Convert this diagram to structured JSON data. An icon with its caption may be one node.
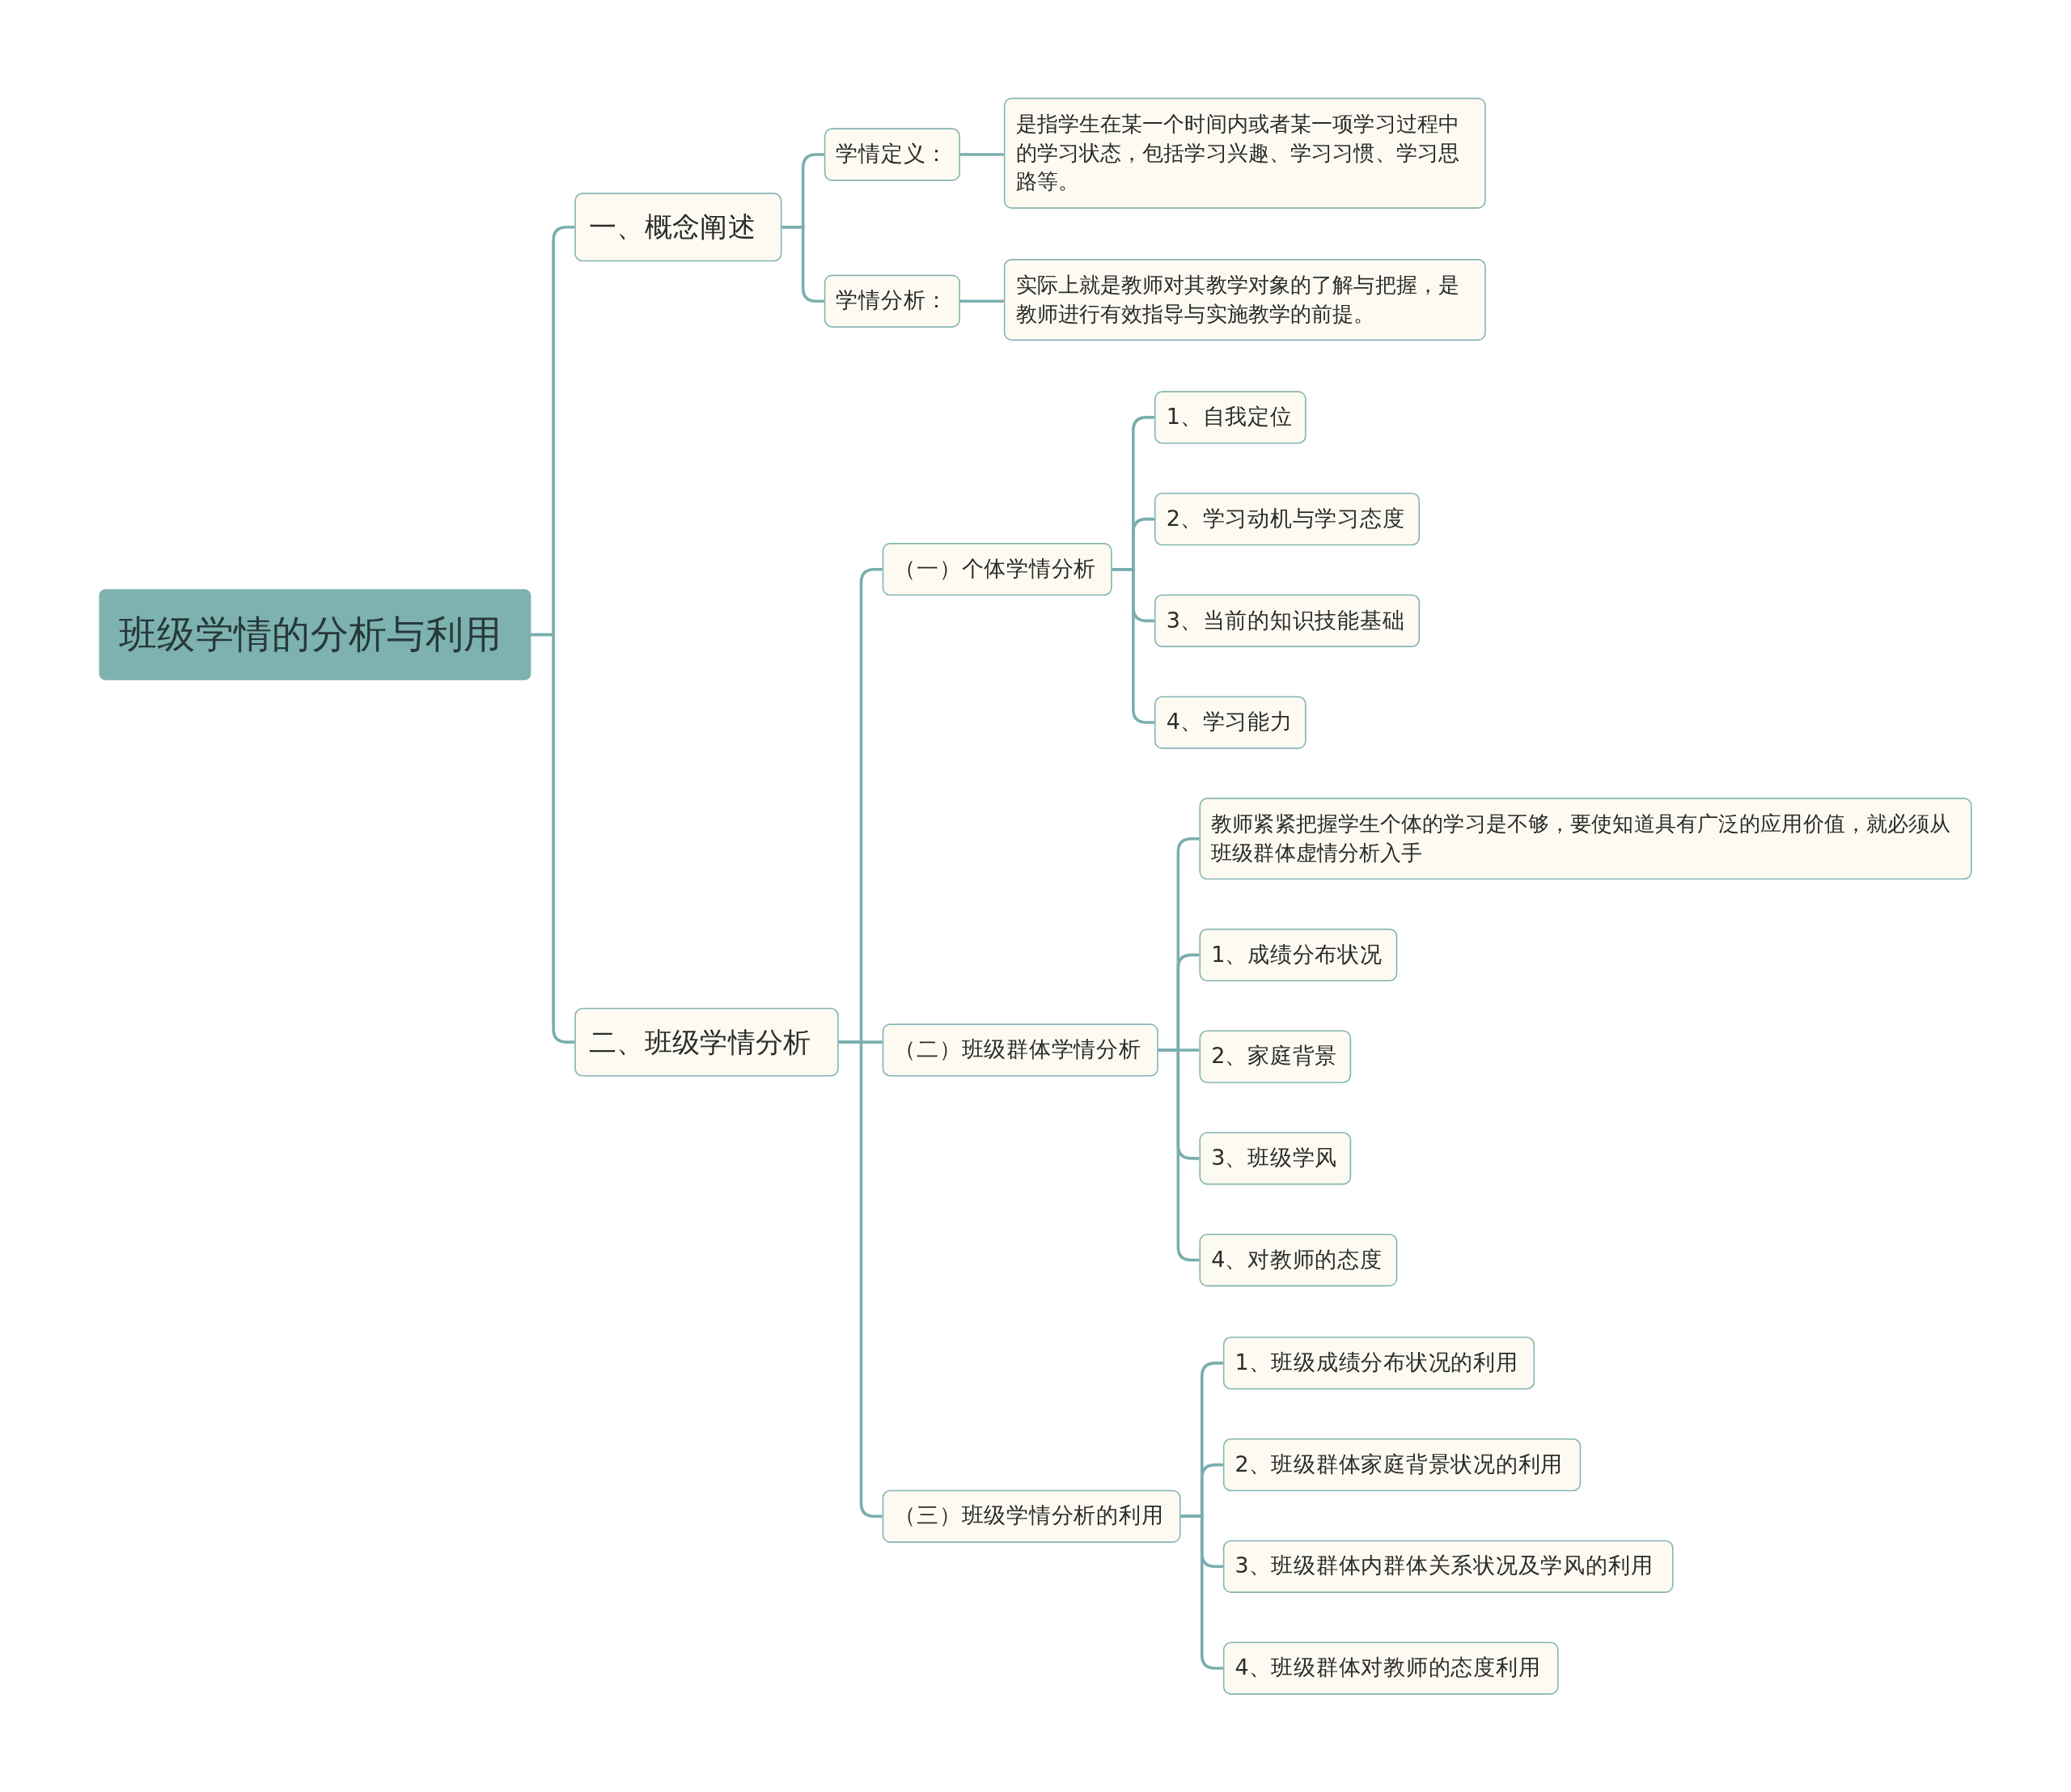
{
  "diagram": {
    "nodes": [
      {
        "text": [
          "班级学情的分析与利用"
        ]
      },
      {
        "text": [
          "一、概念阐述"
        ]
      },
      {
        "text": [
          "学情定义："
        ]
      },
      {
        "text": [
          "是指学生在某一个时间内或者某一项学习过程中的学习状态，包括学习兴趣、学习习惯、学习思路等。"
        ]
      },
      {
        "text": [
          "学情分析："
        ]
      },
      {
        "text": [
          "实际上就是教师对其教学对象的了解与把握，是教师进行有效指导与实施教学的前提。"
        ]
      },
      {
        "text": [
          "二、班级学情分析"
        ]
      },
      {
        "text": [
          "（一）个体学情分析"
        ]
      },
      {
        "text": [
          "1、自我定位"
        ]
      },
      {
        "text": [
          "2、学习动机与学习态度"
        ]
      },
      {
        "text": [
          "3、当前的知识技能基础"
        ]
      },
      {
        "text": [
          "4、学习能力"
        ]
      },
      {
        "text": [
          "（二）班级群体学情分析"
        ]
      },
      {
        "text": [
          "教师紧紧把握学生个体的学习是不够，要使知道具有广泛的应用价值，就必须从班级群体虚情分析入手"
        ]
      },
      {
        "text": [
          "1、成绩分布状况"
        ]
      },
      {
        "text": [
          "2、家庭背景"
        ]
      },
      {
        "text": [
          "3、班级学风"
        ]
      },
      {
        "text": [
          "4、对教师的态度"
        ]
      },
      {
        "text": [
          "（三）班级学情分析的利用"
        ]
      },
      {
        "text": [
          "1、班级成绩分布状况的利用"
        ]
      },
      {
        "text": [
          "2、班级群体家庭背景状况的利用"
        ]
      },
      {
        "text": [
          "3、班级群体内群体关系状况及学风的利用"
        ]
      },
      {
        "text": [
          "4、班级群体对教师的态度利用"
        ]
      }
    ],
    "edges": [
      {
        "from": 0,
        "to": 1,
        "arrow": "none"
      },
      {
        "from": 1,
        "to": 2,
        "arrow": "none"
      },
      {
        "from": 2,
        "to": 3,
        "arrow": "none"
      },
      {
        "from": 1,
        "to": 4,
        "arrow": "none"
      },
      {
        "from": 4,
        "to": 5,
        "arrow": "none"
      },
      {
        "from": 0,
        "to": 6,
        "arrow": "none"
      },
      {
        "from": 6,
        "to": 7,
        "arrow": "none"
      },
      {
        "from": 7,
        "to": 8,
        "arrow": "none"
      },
      {
        "from": 7,
        "to": 9,
        "arrow": "none"
      },
      {
        "from": 7,
        "to": 10,
        "arrow": "none"
      },
      {
        "from": 7,
        "to": 11,
        "arrow": "none"
      },
      {
        "from": 6,
        "to": 12,
        "arrow": "none"
      },
      {
        "from": 12,
        "to": 13,
        "arrow": "none"
      },
      {
        "from": 12,
        "to": 14,
        "arrow": "none"
      },
      {
        "from": 12,
        "to": 15,
        "arrow": "none"
      },
      {
        "from": 12,
        "to": 16,
        "arrow": "none"
      },
      {
        "from": 12,
        "to": 17,
        "arrow": "none"
      },
      {
        "from": 6,
        "to": 18,
        "arrow": "none"
      },
      {
        "from": 18,
        "to": 19,
        "arrow": "none"
      },
      {
        "from": 18,
        "to": 20,
        "arrow": "none"
      },
      {
        "from": 18,
        "to": 21,
        "arrow": "none"
      },
      {
        "from": 18,
        "to": 22,
        "arrow": "none"
      }
    ]
  }
}
